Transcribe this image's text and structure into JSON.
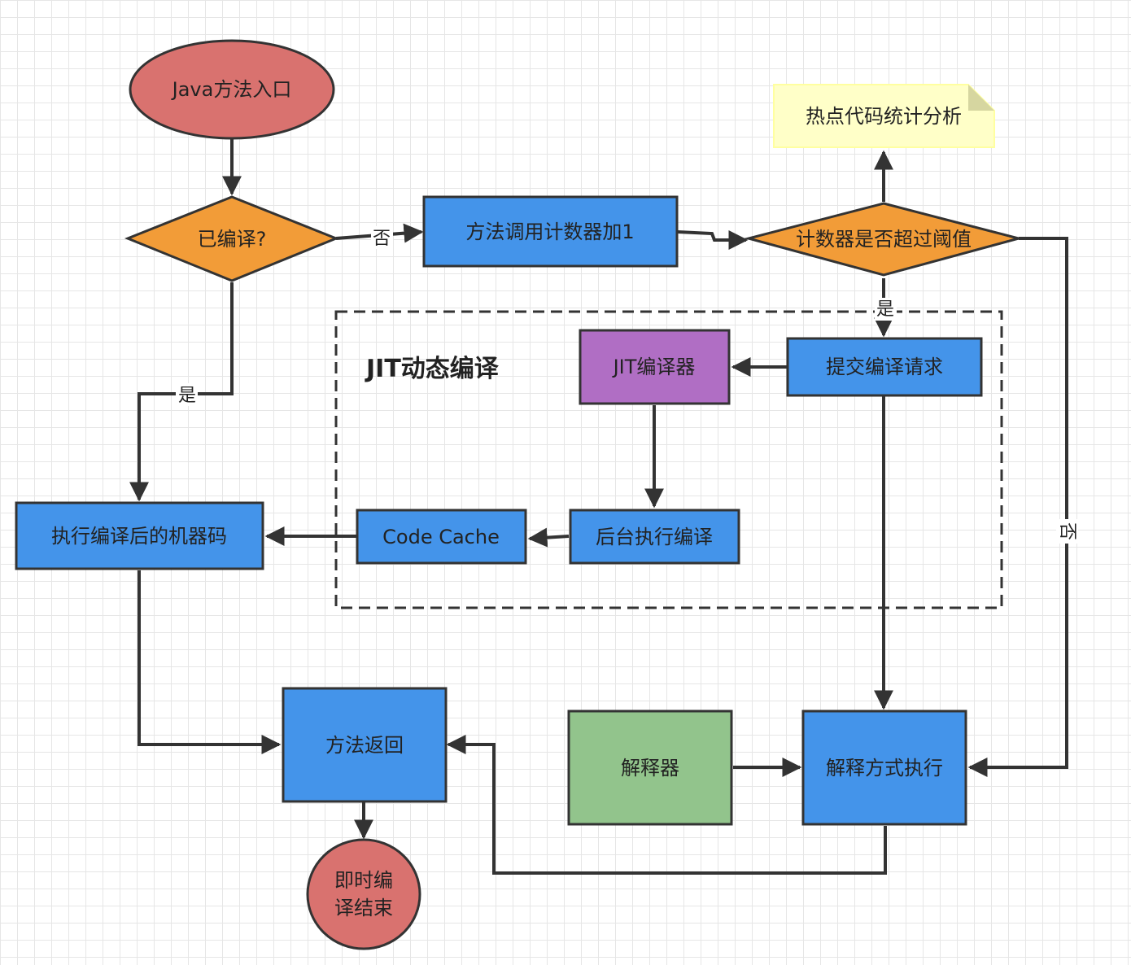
{
  "nodes": {
    "java_entry": "Java方法入口",
    "compiled_decision": "已编译?",
    "counter_increment": "方法调用计数器加1",
    "threshold_decision": "计数器是否超过阈值",
    "hotspot_note": "热点代码统计分析",
    "submit_request": "提交编译请求",
    "jit_compiler": "JIT编译器",
    "background_compile": "后台执行编译",
    "code_cache": "Code Cache",
    "execute_machine_code": "执行编译后的机器码",
    "method_return": "方法返回",
    "end_line1": "即时编",
    "end_line2": "译结束",
    "interpreter": "解释器",
    "interpret_execute": "解释方式执行"
  },
  "group": {
    "title": "JIT动态编译"
  },
  "edges": {
    "no_label_1": "否",
    "yes_label_1": "是",
    "yes_label_2": "是",
    "no_label_2": "否"
  },
  "colors": {
    "terminal": "#d9726f",
    "decision": "#f29c38",
    "process": "#4494ea",
    "compiler": "#b06ec4",
    "interpreter": "#92c48c",
    "note": "#ffffc8",
    "stroke": "#333333"
  }
}
